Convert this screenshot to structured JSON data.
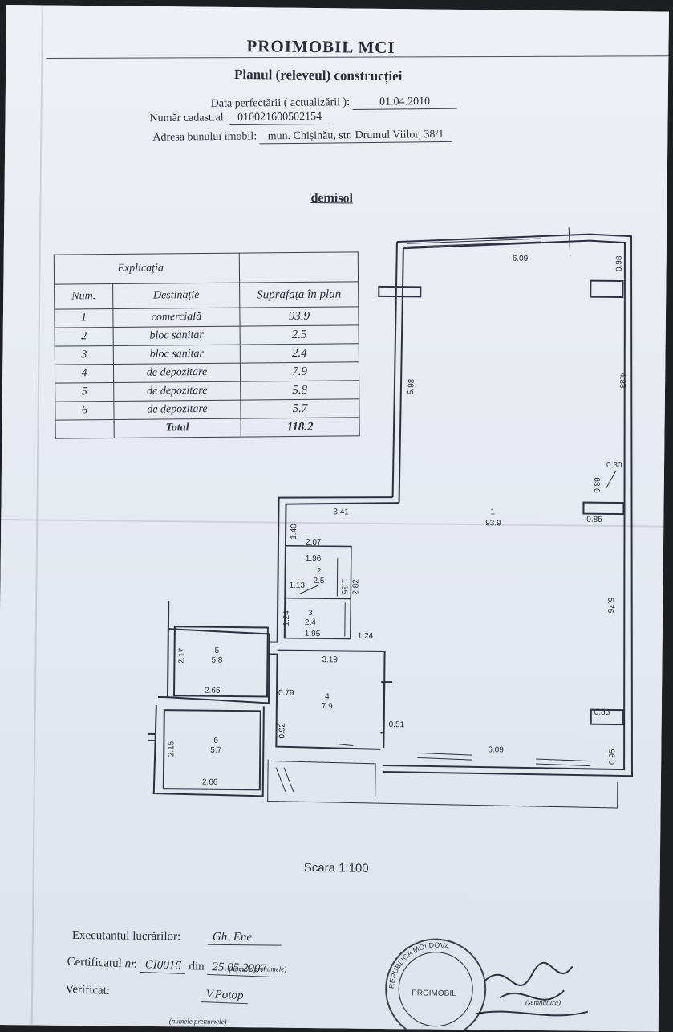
{
  "header": {
    "company": "PROIMOBIL MCI",
    "subtitle": "Planul (releveul) construcției",
    "date_label": "Data perfectării ( actualizării ):",
    "date_value": "01.04.2010",
    "cadastral_label": "Număr cadastral:",
    "cadastral_value": "010021600502154",
    "address_label": "Adresa bunului imobil:",
    "address_value": "mun. Chișinău, str. Drumul Viilor, 38/1"
  },
  "level": "demisol",
  "table": {
    "title": "Explicația",
    "col_num": "Num.",
    "col_dest": "Destinație",
    "col_area": "Suprafața în plan",
    "rows": [
      {
        "num": "1",
        "dest": "comercială",
        "area": "93.9"
      },
      {
        "num": "2",
        "dest": "bloc sanitar",
        "area": "2.5"
      },
      {
        "num": "3",
        "dest": "bloc sanitar",
        "area": "2.4"
      },
      {
        "num": "4",
        "dest": "de depozitare",
        "area": "7.9"
      },
      {
        "num": "5",
        "dest": "de depozitare",
        "area": "5.8"
      },
      {
        "num": "6",
        "dest": "de depozitare",
        "area": "5.7"
      }
    ],
    "total_label": "Total",
    "total_value": "118.2"
  },
  "plan": {
    "dims": {
      "top": "6.09",
      "right_top": "0.98",
      "left_upper": "5.98",
      "right_upper": "4.88",
      "right_small_a": "0,30",
      "right_small_b": "0.89",
      "right_small_c": "0.85",
      "corr_left": "3.41",
      "corr_height": "1.40",
      "r2_top": "2.07",
      "r2_w": "1.96",
      "r2_h": "1.35",
      "r2_side": "2.82",
      "r2_door": "1.13",
      "r3_h": "1.24",
      "r3_w": "1.95",
      "r3_side": "1.24",
      "r4_top": "3.19",
      "r4_door": "0.79",
      "r4_left": "0.92",
      "r4_right": "0.51",
      "r5_h": "2.17",
      "r5_w": "2.65",
      "r6_h": "2.15",
      "r6_w": "2.66",
      "right_lower": "5.76",
      "right_sm2": "0.83",
      "right_sm3": "0.95",
      "bottom": "6.09"
    },
    "rooms": [
      {
        "num": "1",
        "area": "93.9"
      },
      {
        "num": "2",
        "area": "2.5"
      },
      {
        "num": "3",
        "area": "2.4"
      },
      {
        "num": "4",
        "area": "7.9"
      },
      {
        "num": "5",
        "area": "5.8"
      },
      {
        "num": "6",
        "area": "5.7"
      }
    ]
  },
  "scale": "Scara 1:100",
  "footer": {
    "executant_label": "Executantul lucrărilor:",
    "executant_value": "Gh. Ene",
    "names_hint": "(numele prenumele)",
    "cert_label": "Certificatul",
    "cert_nr_label": "nr.",
    "cert_value": "CI0016",
    "cert_din": "din",
    "cert_date": "25.05.2007",
    "verif_label": "Verificat:",
    "verif_value": "V.Potop",
    "semnatura_hint": "(semnătura)",
    "stamp_top": "REPUBLICA MOLDOVA",
    "stamp_mid": "PROIMOBIL"
  }
}
